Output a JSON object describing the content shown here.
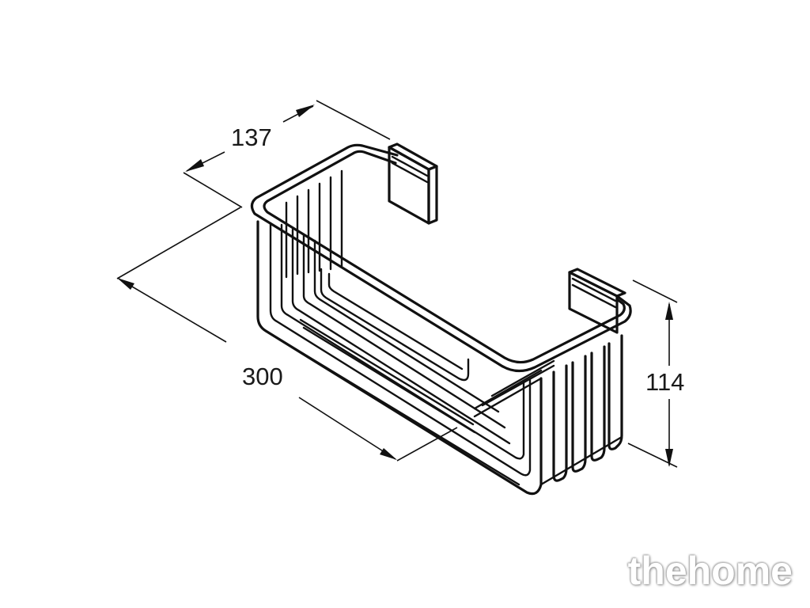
{
  "dimensions": {
    "depth": "137",
    "length": "300",
    "height": "114"
  },
  "watermark": {
    "text": "thehome"
  },
  "colors": {
    "line": "#111111",
    "background": "#ffffff"
  }
}
